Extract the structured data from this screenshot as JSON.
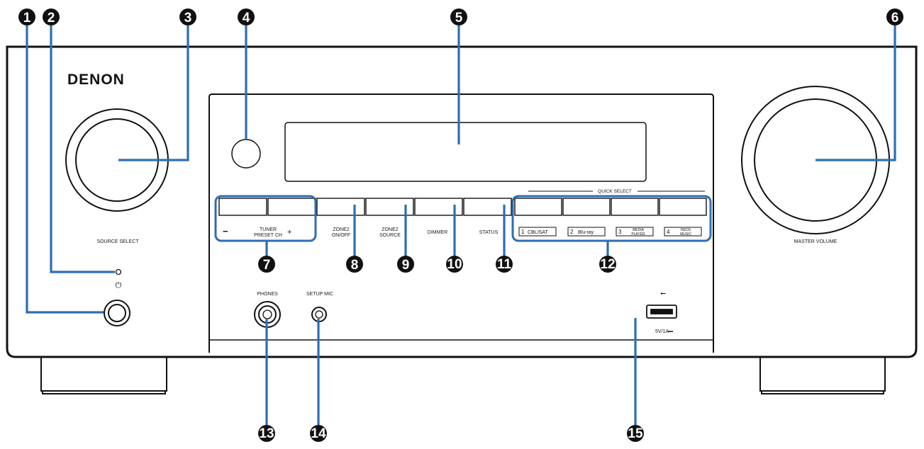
{
  "brand": "DENON",
  "labels": {
    "source_select": "SOURCE SELECT",
    "master_volume": "MASTER VOLUME",
    "tuner_minus": "−",
    "tuner_plus": "+",
    "tuner_line1": "TUNER",
    "tuner_line2": "PRESET CH",
    "zone2_onoff_line1": "ZONE2",
    "zone2_onoff_line2": "ON/OFF",
    "zone2_source_line1": "ZONE2",
    "zone2_source_line2": "SOURCE",
    "dimmer": "DIMMER",
    "status": "STATUS",
    "quick_select": "QUICK SELECT",
    "phones": "PHONES",
    "setup_mic": "SETUP MIC",
    "usb_rating": "5V/1A",
    "power_symbol": "⏻",
    "usb_symbol": "⭠"
  },
  "quick_select": [
    {
      "num": "1",
      "line1": "CBL/SAT",
      "line2": ""
    },
    {
      "num": "2",
      "line1": "Blu-ray",
      "line2": ""
    },
    {
      "num": "3",
      "line1": "MEDIA",
      "line2": "PLAYER"
    },
    {
      "num": "4",
      "line1": "HEOS",
      "line2": "MUSIC"
    }
  ],
  "callouts": [
    "1",
    "2",
    "3",
    "4",
    "5",
    "6",
    "7",
    "8",
    "9",
    "10",
    "11",
    "12",
    "13",
    "14",
    "15"
  ],
  "colors": {
    "callout_line": "#2e6db4",
    "callout_fill": "#111111",
    "body_stroke": "#111111",
    "panel_bg": "#ffffff"
  }
}
